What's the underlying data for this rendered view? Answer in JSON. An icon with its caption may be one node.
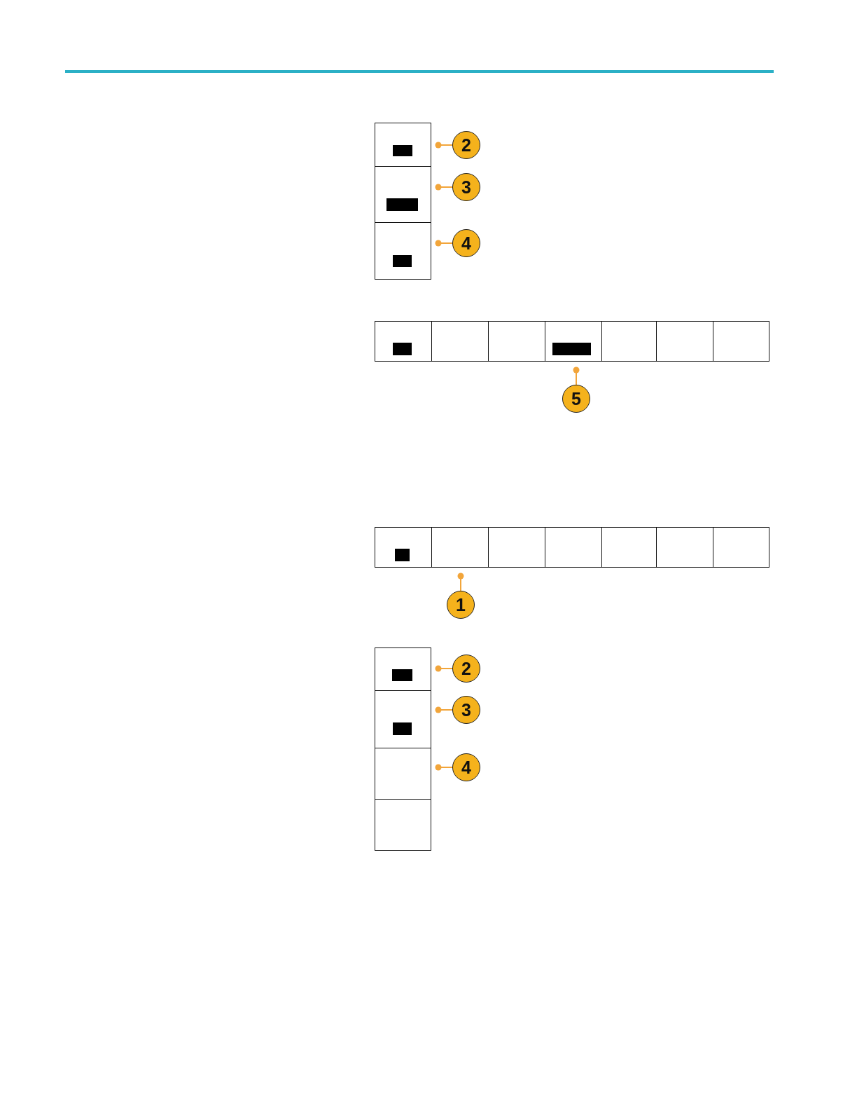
{
  "diagram": {
    "nodes": [
      {
        "text": [],
        "shape": "box"
      },
      {
        "text": [],
        "shape": "box"
      },
      {
        "text": [],
        "shape": "box"
      },
      {
        "text": [
          "2"
        ]
      },
      {
        "text": [
          "3"
        ]
      },
      {
        "text": [
          "4"
        ]
      },
      {
        "text": [],
        "shape": "box"
      },
      {
        "text": [],
        "shape": "box"
      },
      {
        "text": [],
        "shape": "box"
      },
      {
        "text": [],
        "shape": "box"
      },
      {
        "text": [],
        "shape": "box"
      },
      {
        "text": [],
        "shape": "box"
      },
      {
        "text": [],
        "shape": "box"
      },
      {
        "text": [
          "5"
        ]
      },
      {
        "text": [],
        "shape": "box"
      },
      {
        "text": [],
        "shape": "box"
      },
      {
        "text": [],
        "shape": "box"
      },
      {
        "text": [],
        "shape": "box"
      },
      {
        "text": [],
        "shape": "box"
      },
      {
        "text": [],
        "shape": "box"
      },
      {
        "text": [],
        "shape": "box"
      },
      {
        "text": [
          "1"
        ]
      },
      {
        "text": [],
        "shape": "box"
      },
      {
        "text": [],
        "shape": "box"
      },
      {
        "text": [],
        "shape": "box"
      },
      {
        "text": [],
        "shape": "box"
      },
      {
        "text": [
          "2"
        ]
      },
      {
        "text": [
          "3"
        ]
      },
      {
        "text": [
          "4"
        ]
      }
    ],
    "edges": [
      {
        "from": 3,
        "to": 0,
        "arrow": "other"
      },
      {
        "from": 4,
        "to": 1,
        "arrow": "other"
      },
      {
        "from": 5,
        "to": 2,
        "arrow": "other"
      },
      {
        "from": 13,
        "to": 9,
        "arrow": "other"
      },
      {
        "from": 21,
        "to": 15,
        "arrow": "other"
      },
      {
        "from": 26,
        "to": 22,
        "arrow": "other"
      },
      {
        "from": 27,
        "to": 23,
        "arrow": "other"
      },
      {
        "from": 28,
        "to": 24,
        "arrow": "other"
      }
    ]
  }
}
